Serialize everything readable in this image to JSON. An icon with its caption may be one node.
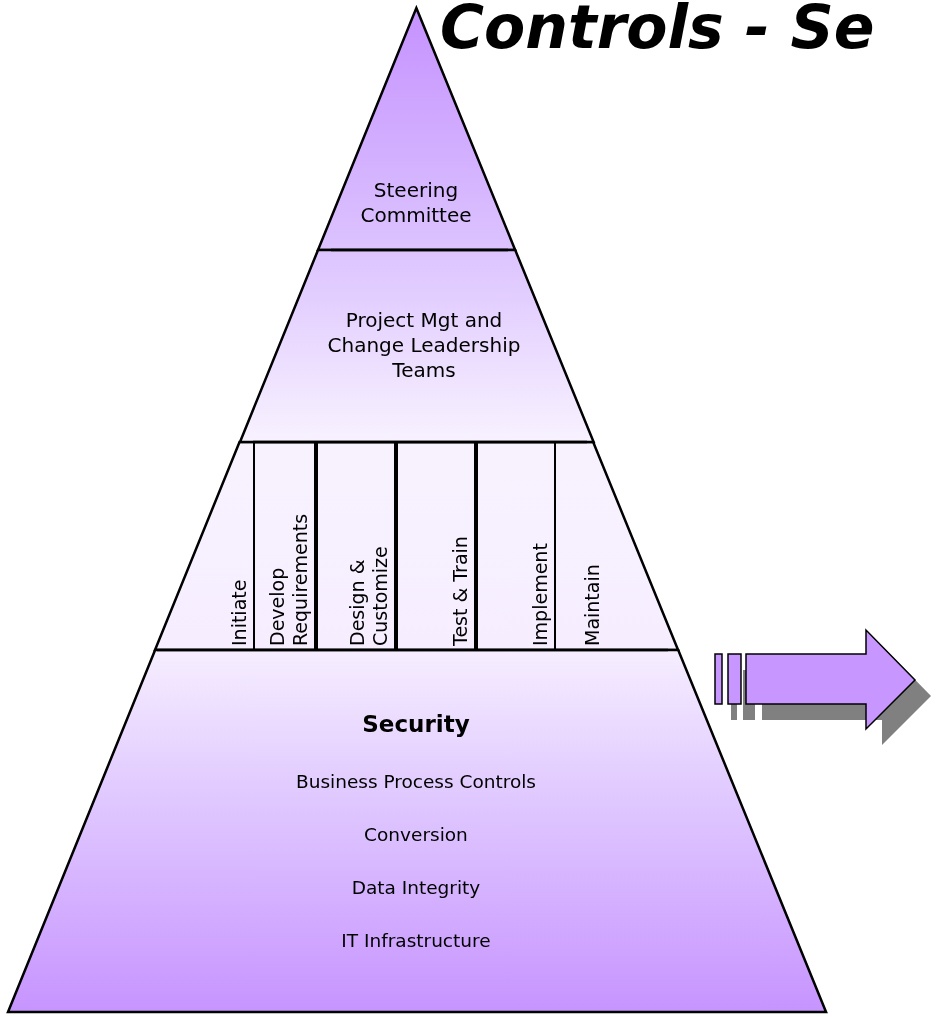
{
  "diagram": {
    "title": "Controls - Se",
    "nodes": [
      {
        "text": [
          "Steering Committee"
        ]
      },
      {
        "text": [
          "Project Mgt and Change Leadership Teams"
        ]
      },
      {
        "text": [
          "Initiate"
        ]
      },
      {
        "text": [
          "Develop Requirements"
        ]
      },
      {
        "text": [
          "Design & Customize"
        ]
      },
      {
        "text": [
          "Test & Train"
        ]
      },
      {
        "text": [
          "Implement"
        ]
      },
      {
        "text": [
          "Maintain"
        ]
      },
      {
        "text": [
          "Security",
          "Business Process Controls",
          "Conversion",
          "Data Integrity",
          "IT Infrastructure"
        ]
      }
    ]
  }
}
